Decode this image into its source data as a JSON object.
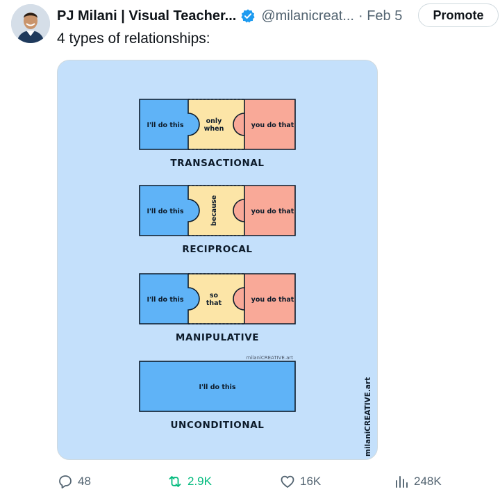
{
  "author": {
    "name": "PJ Milani | Visual Teacher...",
    "handle": "@milanicreat...",
    "date": "· Feb 5",
    "verified_icon": "verified-badge-icon",
    "avatar_icon": "profile-avatar"
  },
  "promote_label": "Promote",
  "tweet_text": "4 types of relationships:",
  "colors": {
    "blue_piece": "#5fb3f7",
    "yellow_piece": "#fce5a7",
    "salmon_piece": "#f9a998",
    "background": "#c4e0fb",
    "outline": "#0d1b2a",
    "retweet": "#00ba7c"
  },
  "infographic": {
    "rows": [
      {
        "left": "I'll do this",
        "middle": [
          "only",
          "when"
        ],
        "right": "you do that",
        "caption": "TRANSACTIONAL"
      },
      {
        "left": "I'll do this",
        "middle": [
          "because"
        ],
        "middle_rotated": true,
        "right": "you do that",
        "caption": "RECIPROCAL"
      },
      {
        "left": "I'll do this",
        "middle": [
          "so",
          "that"
        ],
        "right": "you do that",
        "caption": "MANIPULATIVE"
      },
      {
        "single": "I'll do this",
        "caption": "UNCONDITIONAL"
      }
    ],
    "watermark_small": "milaniCREATIVE.art",
    "watermark_vertical": "milaniCREATIVE.art"
  },
  "actions": {
    "replies": "48",
    "retweets": "2.9K",
    "likes": "16K",
    "views": "248K"
  }
}
